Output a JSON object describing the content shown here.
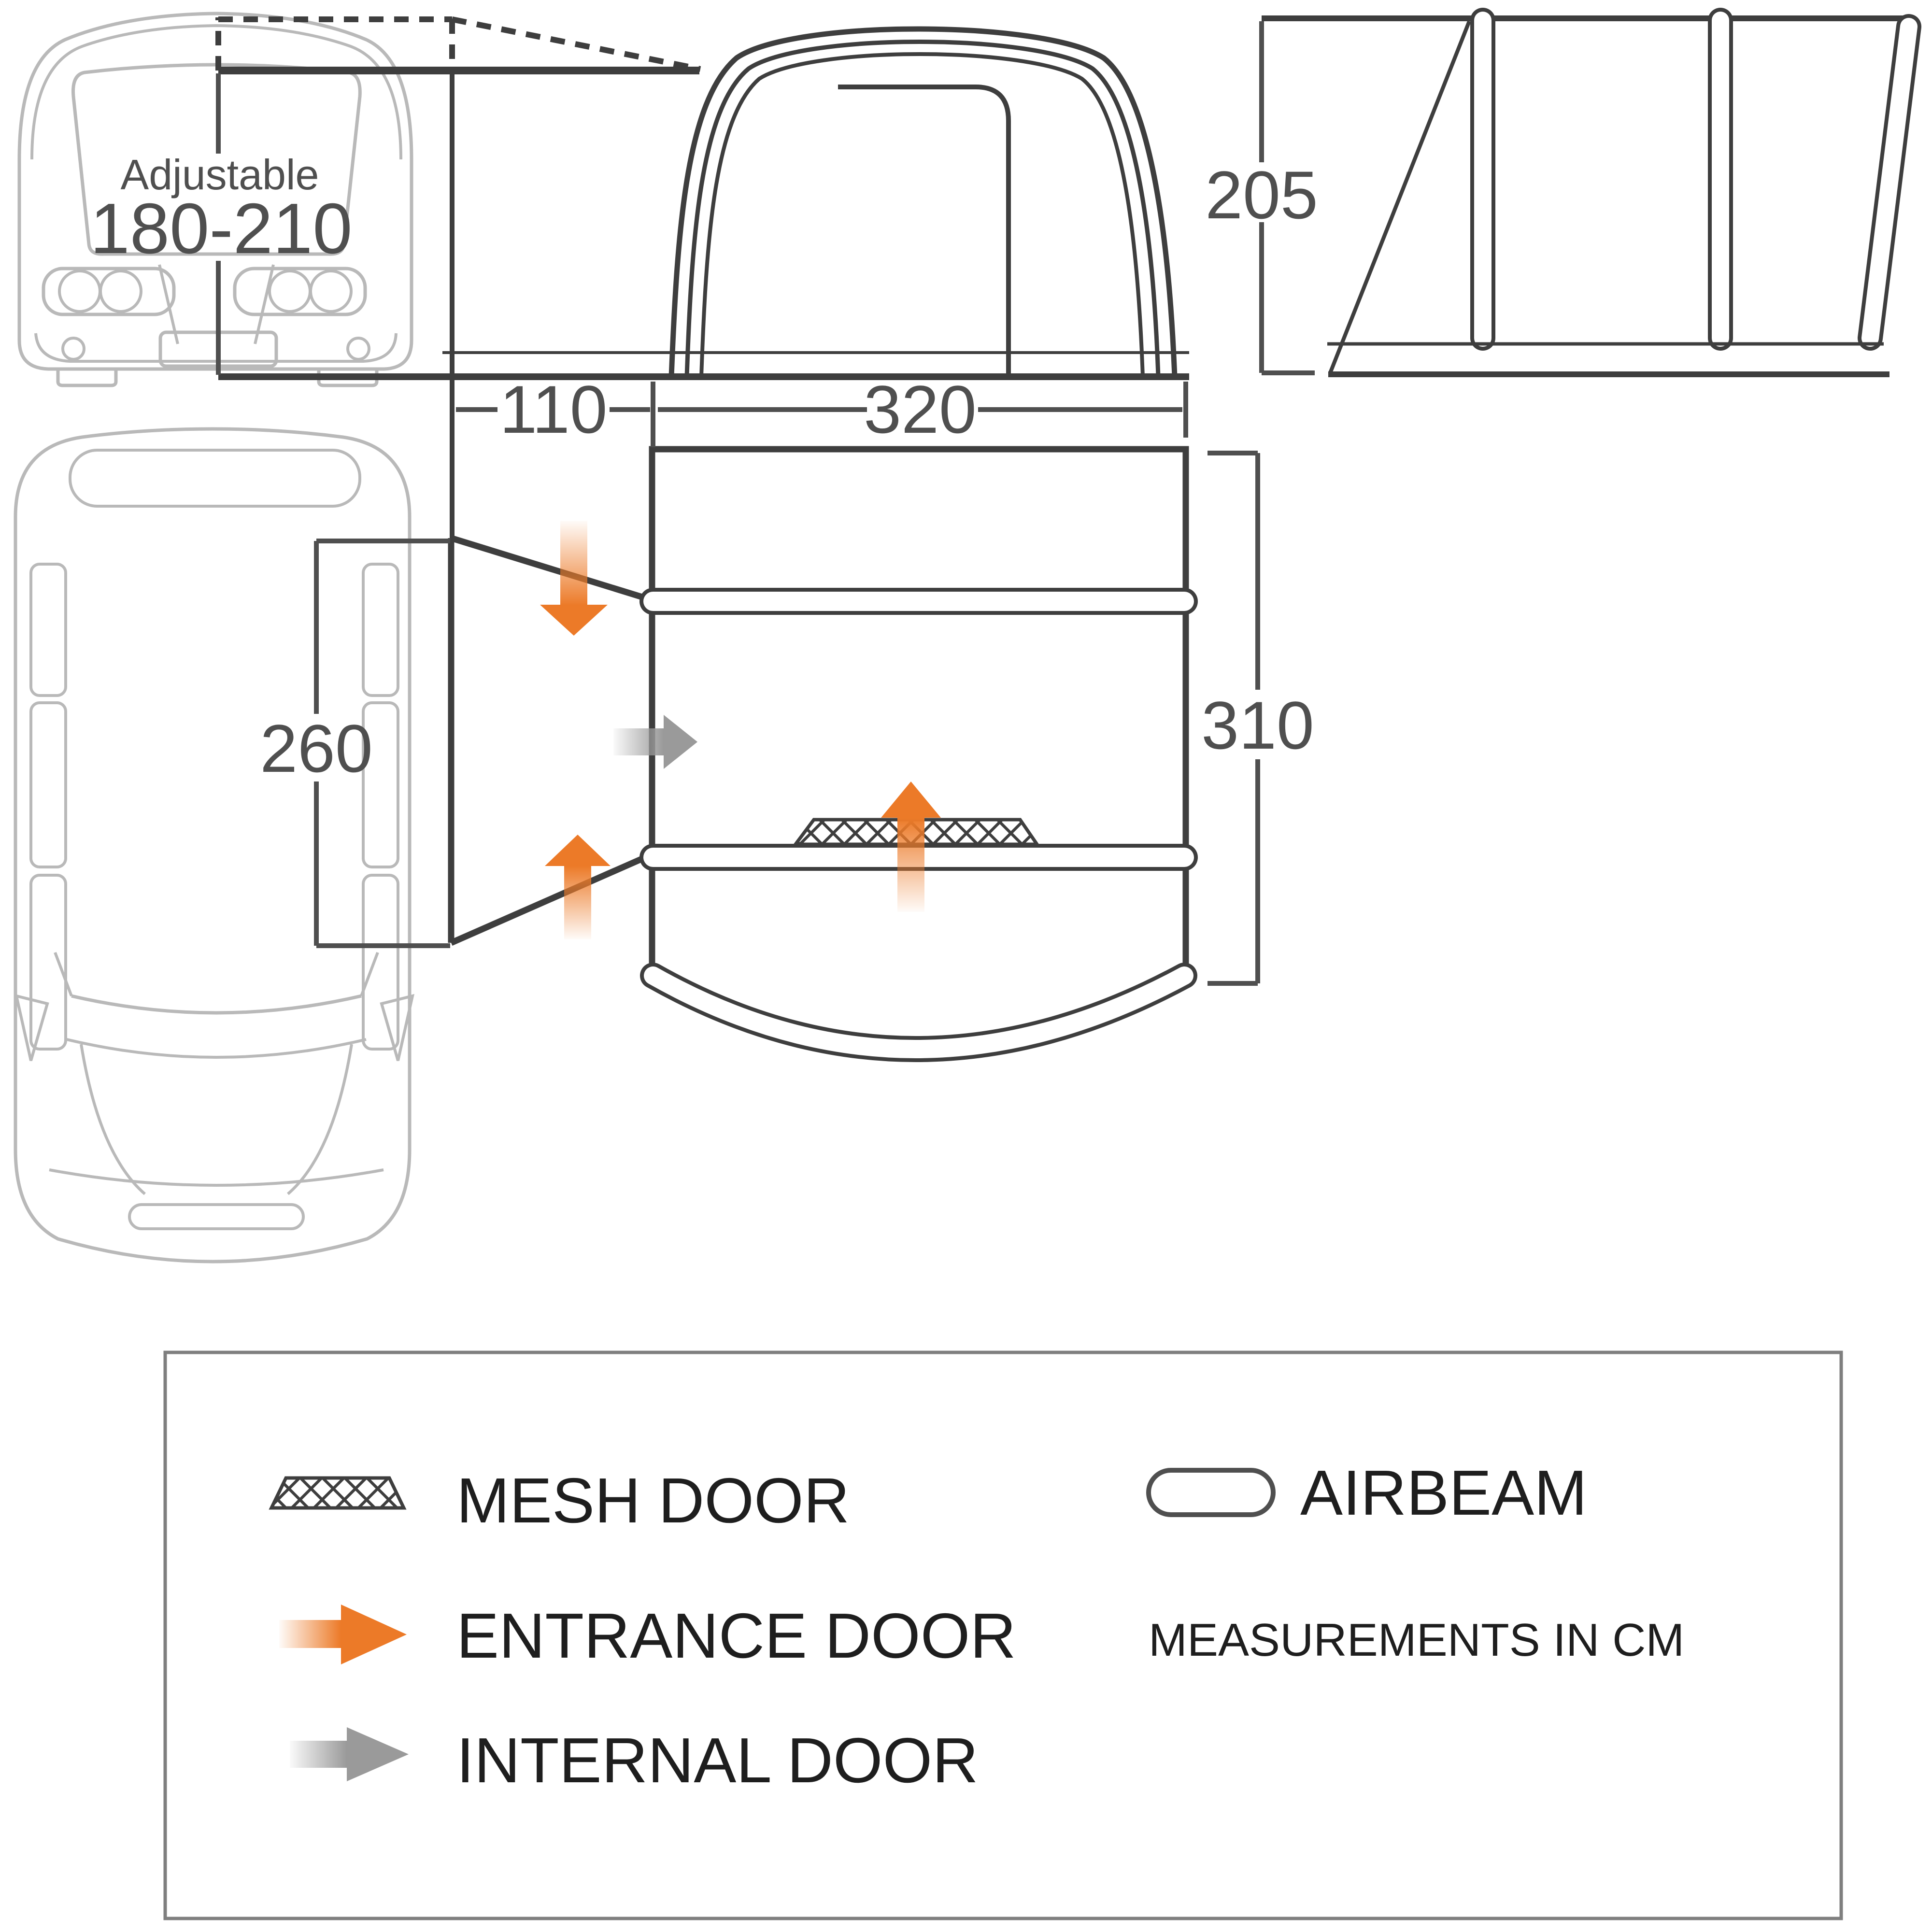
{
  "dimensions": {
    "adjustable_label": "Adjustable",
    "adjustable_range": "180-210",
    "tunnel_depth": "110",
    "awning_width": "320",
    "awning_height": "205",
    "van_side_length": "260",
    "awning_depth": "310"
  },
  "legend": {
    "mesh_door": "MESH DOOR",
    "entrance_door": "ENTRANCE DOOR",
    "internal_door": "INTERNAL DOOR",
    "airbeam": "AIRBEAM",
    "note": "MEASUREMENTS IN CM"
  },
  "colors": {
    "line_dark": "#3E3E3E",
    "dim_line": "#4F4F4F",
    "van_outline": "#B9B9B9",
    "entrance_orange": "#EC7A28",
    "internal_gray": "#9A9A9A",
    "legend_border": "#7F7F7F",
    "legend_text": "#1E1E1E"
  }
}
